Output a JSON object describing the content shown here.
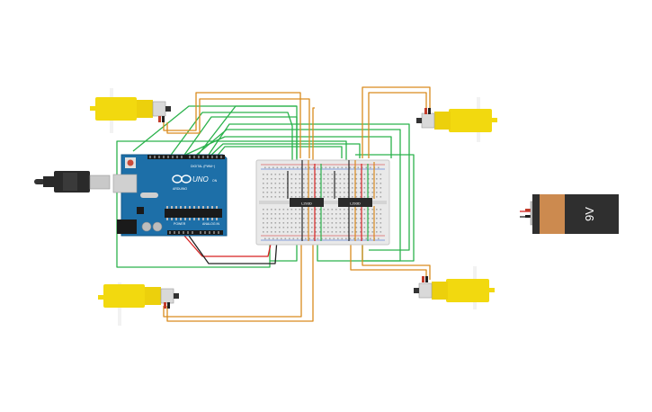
{
  "arduino": {
    "brand_label": "UNO",
    "chip_label": "ARDUINO",
    "power_label": "POWER",
    "analog_label": "ANALOG IN",
    "digital_label": "DIGITAL (PWM~)",
    "on_label": "ON"
  },
  "breadboard": {
    "chip_left_label": "L293D",
    "chip_right_label": "L293D"
  },
  "battery": {
    "voltage_label": "9V"
  },
  "colors": {
    "wire_green": "#2bb24c",
    "wire_orange": "#d98b1e",
    "wire_red": "#d62222",
    "wire_black": "#222222",
    "motor_yellow": "#f2d90f",
    "arduino_blue": "#1d6fa8",
    "battery_copper": "#cc8a4f",
    "battery_body": "#2f2f2f"
  }
}
